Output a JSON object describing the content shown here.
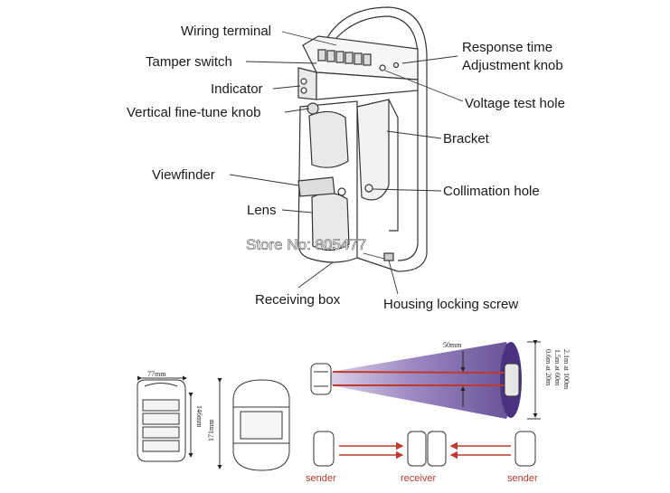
{
  "labels": {
    "wiring_terminal": "Wiring terminal",
    "tamper_switch": "Tamper switch",
    "indicator": "Indicator",
    "vertical_knob": "Vertical fine-tune knob",
    "viewfinder": "Viewfinder",
    "lens": "Lens",
    "receiving_box": "Receiving box",
    "response_time": "Response time",
    "adjustment_knob": "Adjustment knob",
    "voltage_test_hole": "Voltage test hole",
    "bracket": "Bracket",
    "collimation_hole": "Collimation hole",
    "housing_locking_screw": "Housing locking screw"
  },
  "watermark": "Store No: 805477",
  "dimensions": {
    "width": "77mm",
    "height_inner": "146mm",
    "height_outer": "171mm"
  },
  "beam": {
    "spacing": "50mm",
    "spread_1": "2.1m at 100m",
    "spread_2": "1.5m at 60m",
    "spread_3": "0.6m at 20m"
  },
  "layout_labels": {
    "sender_left": "sender",
    "receiver": "receiver",
    "sender_right": "sender"
  },
  "colors": {
    "beam_purple": "#5b3c9a",
    "beam_red": "#c0392b",
    "line": "#333333"
  }
}
